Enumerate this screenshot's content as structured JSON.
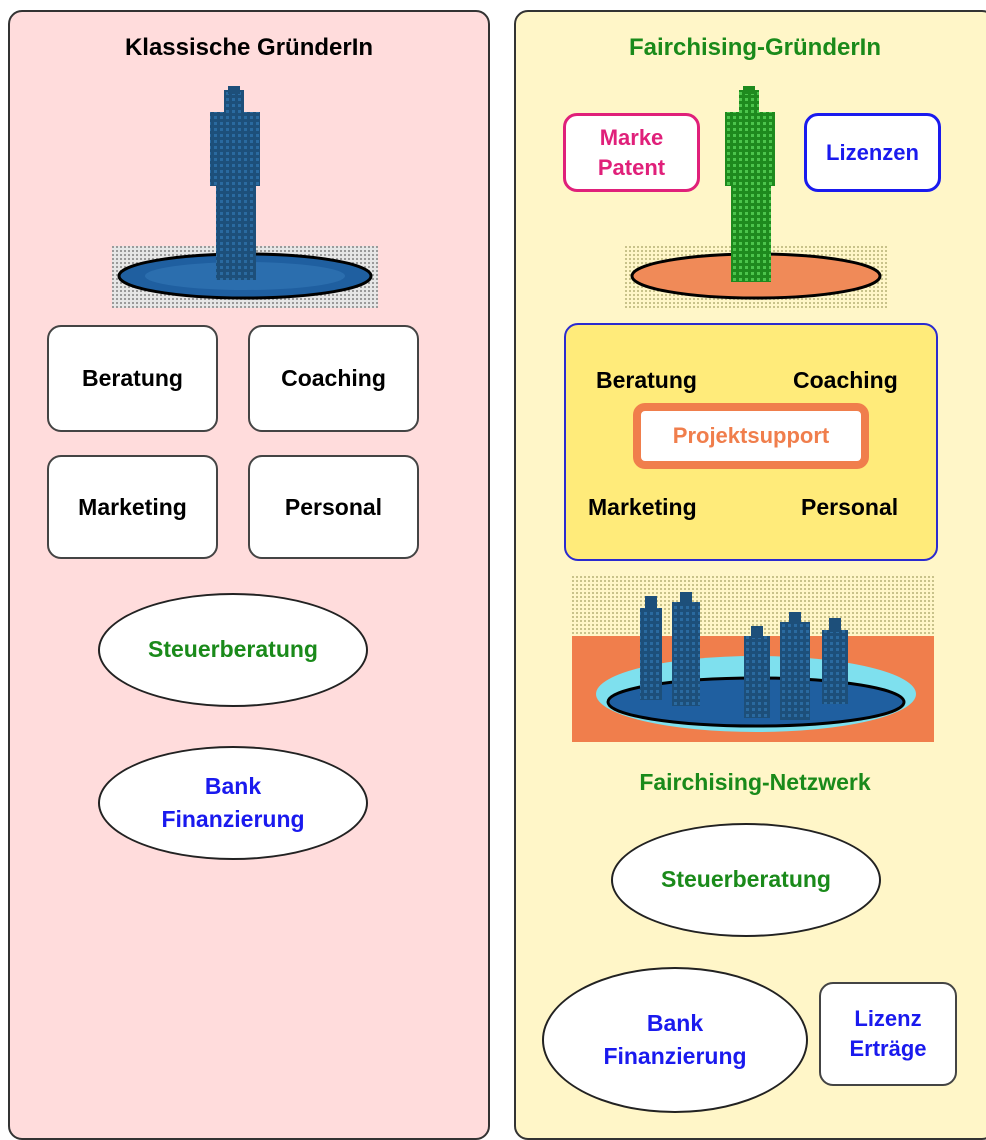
{
  "colors": {
    "left_panel_bg": "#ffdcdc",
    "right_panel_bg": "#fff6c8",
    "green": "#1a8a1a",
    "blue": "#1a1aee",
    "magenta": "#e0207a",
    "orange": "#f07e4c"
  },
  "left": {
    "title": "Klassische GründerIn",
    "boxes": [
      "Beratung",
      "Coaching",
      "Marketing",
      "Personal"
    ],
    "steuer": "Steuerberatung",
    "bank_line1": "Bank",
    "bank_line2": "Finanzierung"
  },
  "right": {
    "title": "Fairchising-GründerIn",
    "marke_line1": "Marke",
    "marke_line2": "Patent",
    "lizenzen": "Lizenzen",
    "services": [
      "Beratung",
      "Coaching",
      "Marketing",
      "Personal"
    ],
    "projektsupport": "Projektsupport",
    "netzwerk": "Fairchising-Netzwerk",
    "steuer": "Steuerberatung",
    "bank_line1": "Bank",
    "bank_line2": "Finanzierung",
    "lizenz_line1": "Lizenz",
    "lizenz_line2": "Erträge"
  }
}
